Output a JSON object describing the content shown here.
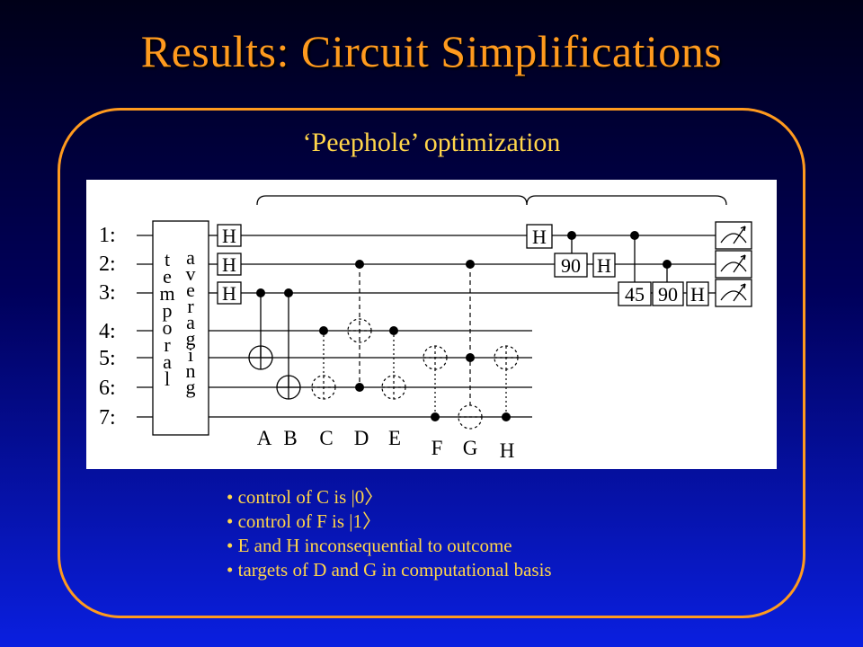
{
  "slide": {
    "title": "Results: Circuit Simplifications",
    "subtitle": "‘Peephole’ optimization"
  },
  "circuit": {
    "qubit_labels": [
      "1:",
      "2:",
      "3:",
      "4:",
      "5:",
      "6:",
      "7:"
    ],
    "box_text_left": [
      "t",
      "e",
      "m",
      "p",
      "o",
      "r",
      "a",
      "l"
    ],
    "box_text_right": [
      "a",
      "v",
      "e",
      "r",
      "a",
      "g",
      "i",
      "n",
      "g"
    ],
    "gate_h": "H",
    "phase_90": "90",
    "phase_45": "45",
    "step_labels": [
      "A",
      "B",
      "C",
      "D",
      "E",
      "F",
      "G",
      "H"
    ]
  },
  "bullets": [
    "control of C is |0〉",
    "control of F is |1〉",
    "E and H inconsequential to outcome",
    "targets of D and G in computational basis"
  ]
}
